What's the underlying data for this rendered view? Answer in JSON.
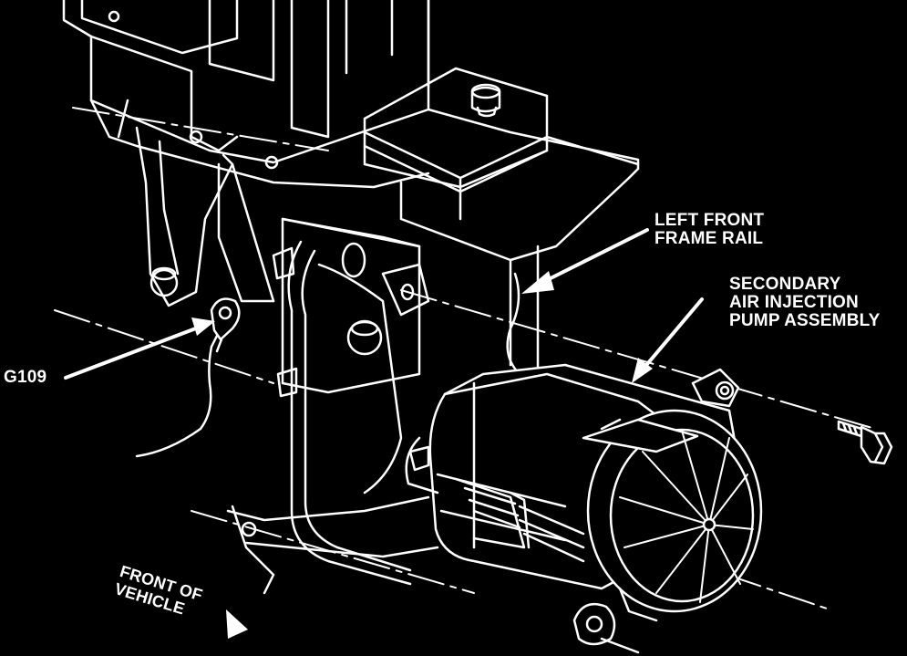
{
  "labels": {
    "frame_rail": [
      "LEFT FRONT",
      "FRAME RAIL"
    ],
    "pump": [
      "SECONDARY",
      "AIR INJECTION",
      "PUMP ASSEMBLY"
    ],
    "ground": "G109",
    "front": [
      "FRONT OF",
      "VEHICLE"
    ]
  },
  "colors": {
    "background": "#000000",
    "ink": "#ffffff"
  }
}
